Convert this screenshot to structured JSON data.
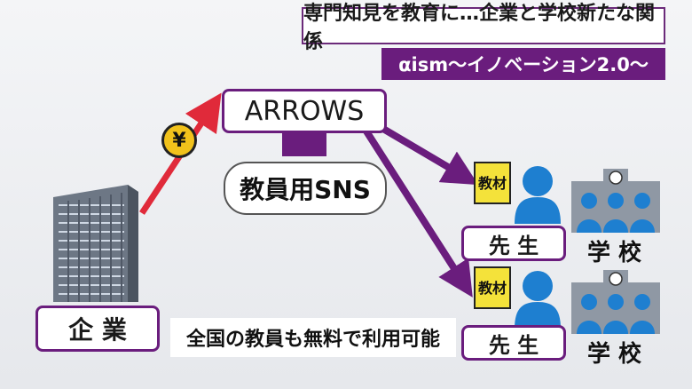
{
  "captions": {
    "headline": "専門知見を教育に…企業と学校新たな関係",
    "series": "αism～イノベーション2.0～"
  },
  "diagram": {
    "company_label": "企 業",
    "yen_symbol": "¥",
    "platform_label": "ARROWS",
    "sns_label": "教員用SNS",
    "teacher_label": "先 生",
    "textbook_label": "教材",
    "school_label": "学 校",
    "note": "全国の教員も無料で利用可能"
  },
  "colors": {
    "accent_purple": "#6a1d7d",
    "arrow_red": "#e02a3a",
    "yen_yellow": "#f2c21b",
    "teacher_blue": "#1e7fd0"
  }
}
